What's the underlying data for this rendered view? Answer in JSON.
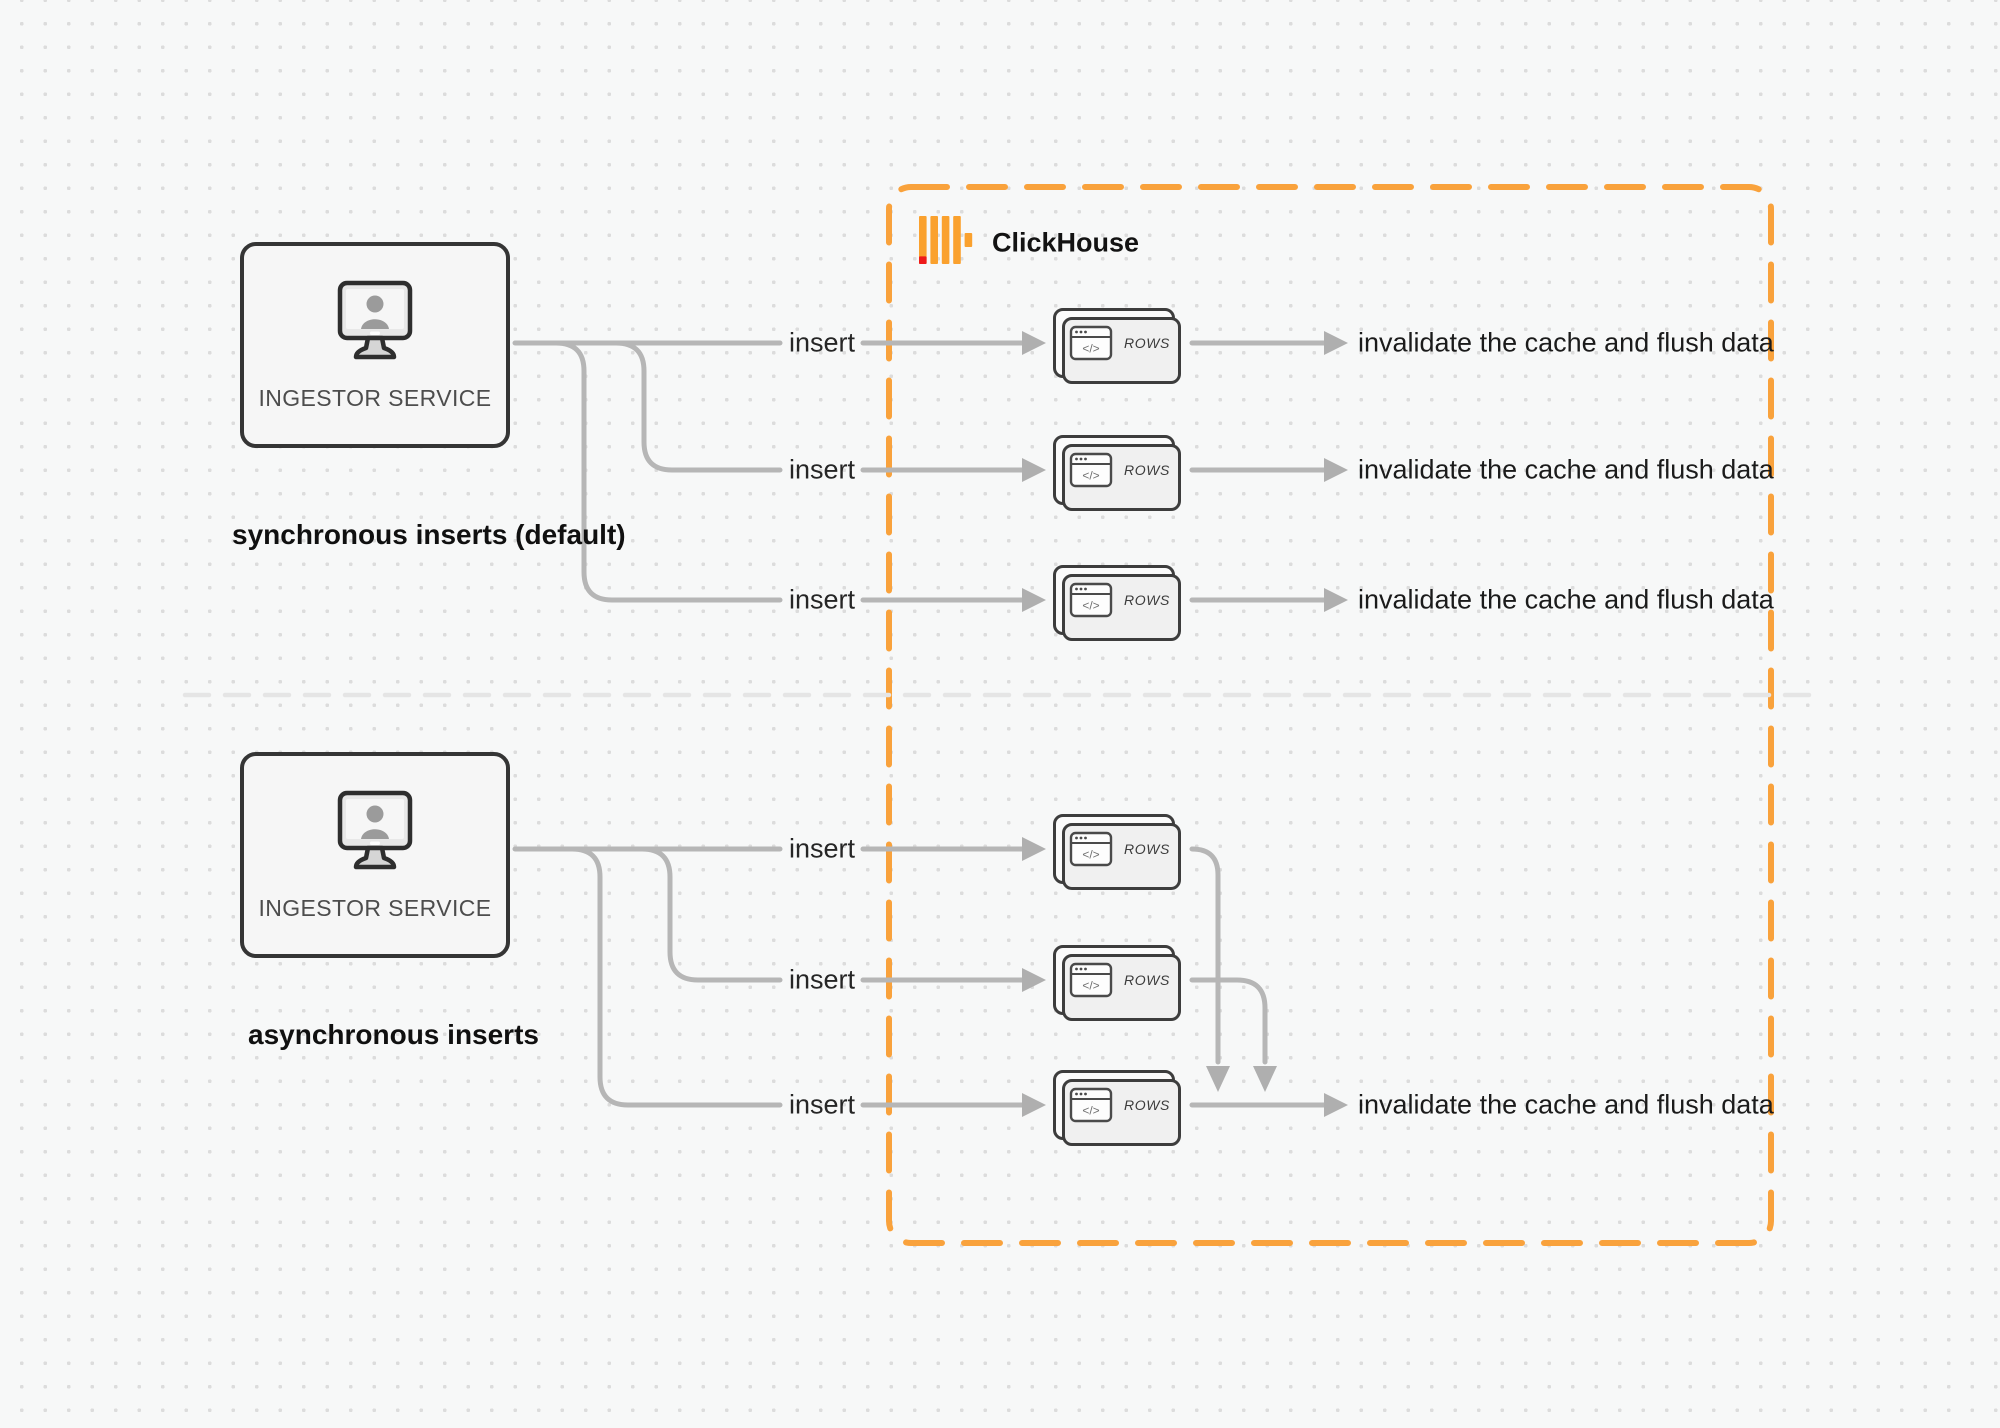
{
  "diagram": {
    "clickhouse_zone_label": "ClickHouse",
    "sections": {
      "sync": {
        "caption": "synchronous inserts (default)",
        "source_label": "INGESTOR SERVICE"
      },
      "async": {
        "caption": "asynchronous inserts",
        "source_label": "INGESTOR SERVICE"
      }
    },
    "flow_labels": {
      "insert": "insert",
      "rows": "ROWS",
      "invalidate": "invalidate the cache and flush data"
    },
    "icons": {
      "code_window_glyph": "</>",
      "monitor_icon": "monitor-with-user-silhouette",
      "clickhouse_logo": "clickhouse-bars-logo"
    },
    "colors": {
      "accent_orange": "#F9A23C",
      "logo_yellow": "#FAA12E",
      "logo_red": "#EE1A1A",
      "connector_gray": "#B6B6B6",
      "arrowhead_gray": "#AFAFAF",
      "box_border_dark": "#353535",
      "divider_gray": "#E5E5E5",
      "text_dark": "#1B1B1B",
      "canvas_bg": "#F7F8F8"
    },
    "structure_note": {
      "sync_rows": 3,
      "async_rows": 3
    }
  }
}
